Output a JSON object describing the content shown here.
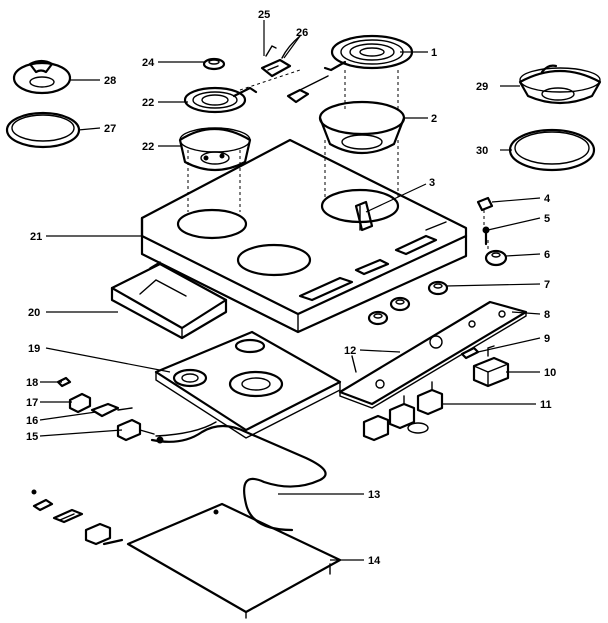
{
  "callouts": {
    "c1": "1",
    "c2": "2",
    "c3": "3",
    "c4": "4",
    "c5": "5",
    "c6": "6",
    "c7": "7",
    "c8": "8",
    "c9": "9",
    "c10": "10",
    "c11": "11",
    "c12": "12",
    "c13": "13",
    "c14": "14",
    "c15": "15",
    "c16": "16",
    "c17": "17",
    "c18": "18",
    "c19": "19",
    "c20": "20",
    "c21": "21",
    "c22a": "22",
    "c22b": "22",
    "c24": "24",
    "c25": "25",
    "c26": "26",
    "c27": "27",
    "c28": "28",
    "c29": "29",
    "c30": "30"
  }
}
